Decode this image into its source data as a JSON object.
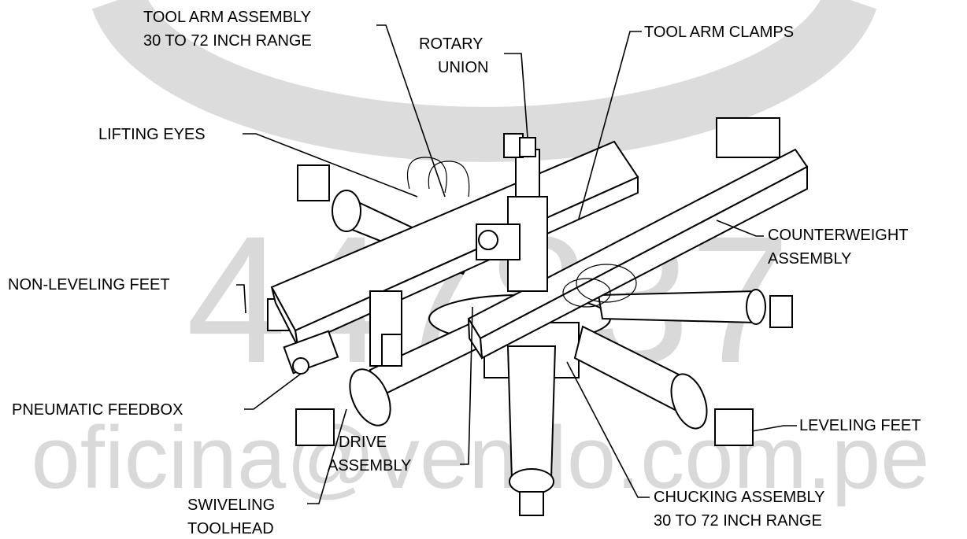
{
  "watermark": {
    "number": "447837",
    "email": "oficina@vendo.com.pe"
  },
  "labels": {
    "tool_arm_assembly": [
      "TOOL ARM ASSEMBLY",
      "30 TO 72 INCH RANGE"
    ],
    "rotary_union": [
      "ROTARY",
      "UNION"
    ],
    "tool_arm_clamps": [
      "TOOL ARM CLAMPS"
    ],
    "lifting_eyes": [
      "LIFTING EYES"
    ],
    "counterweight_assembly": [
      "COUNTERWEIGHT",
      "ASSEMBLY"
    ],
    "non_leveling_feet": [
      "NON-LEVELING FEET"
    ],
    "pneumatic_feedbox": [
      "PNEUMATIC FEEDBOX"
    ],
    "leveling_feet": [
      "LEVELING FEET"
    ],
    "drive_assembly": [
      "DRIVE",
      "ASSEMBLY"
    ],
    "chucking_assembly": [
      "CHUCKING ASSEMBLY",
      "30 TO 72 INCH RANGE"
    ],
    "swiveling_toolhead": [
      "SWIVELING",
      "TOOLHEAD"
    ]
  }
}
